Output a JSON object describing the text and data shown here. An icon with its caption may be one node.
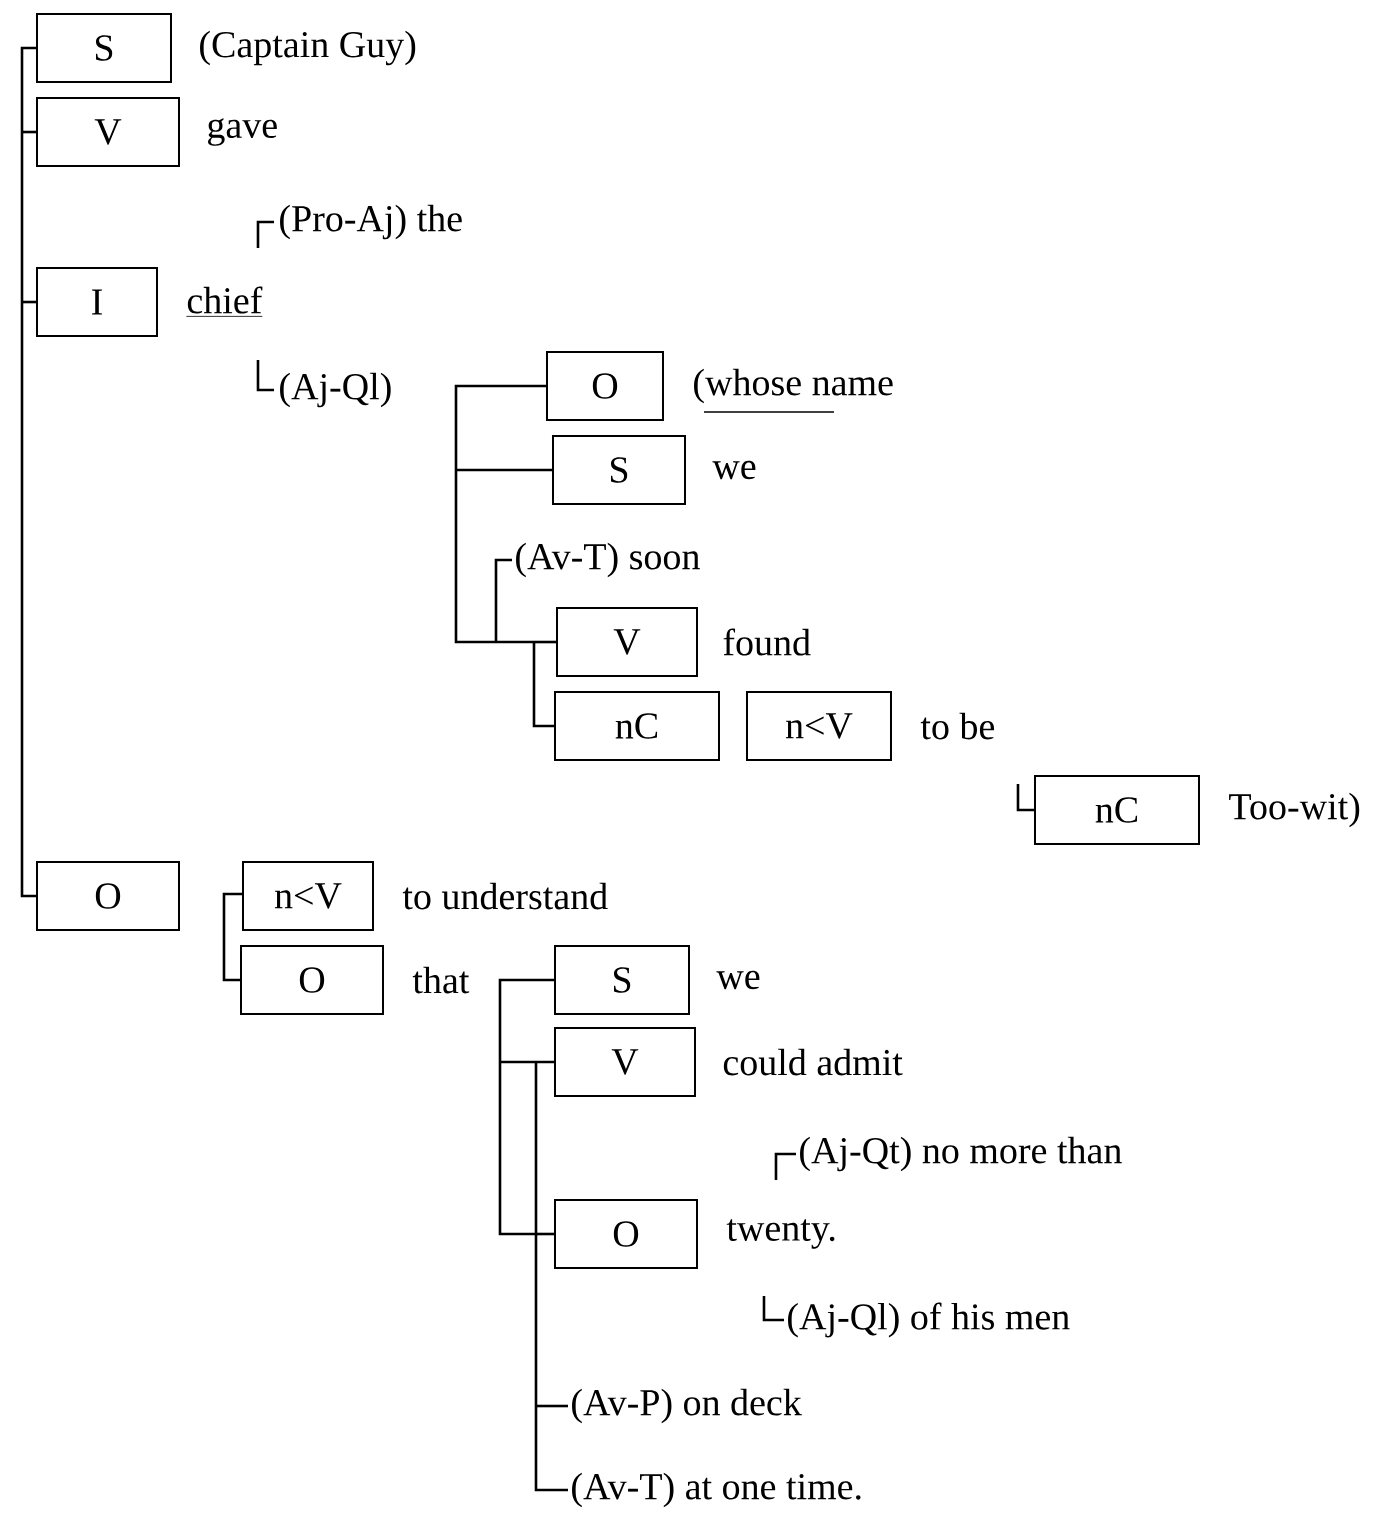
{
  "diagram": {
    "nodes": [
      {
        "text": [
          "S"
        ],
        "beside": [
          "(Captain Guy)"
        ]
      },
      {
        "text": [
          "V"
        ],
        "beside": [
          "gave"
        ]
      },
      {
        "text": [
          "I"
        ],
        "beside": [
          "chief"
        ]
      },
      {
        "text": [
          "O"
        ],
        "beside": [
          "(whose name"
        ]
      },
      {
        "text": [
          "S"
        ],
        "beside": [
          "we"
        ]
      },
      {
        "text": [
          "V"
        ],
        "beside": [
          "found"
        ]
      },
      {
        "text": [
          "nC"
        ]
      },
      {
        "text": [
          "n<V"
        ],
        "beside": [
          "to be"
        ]
      },
      {
        "text": [
          "nC"
        ],
        "beside": [
          "Too-wit)"
        ]
      },
      {
        "text": [
          "O"
        ]
      },
      {
        "text": [
          "n<V"
        ],
        "beside": [
          "to understand"
        ]
      },
      {
        "text": [
          "O"
        ],
        "beside": [
          "that"
        ]
      },
      {
        "text": [
          "S"
        ],
        "beside": [
          "we"
        ]
      },
      {
        "text": [
          "V"
        ],
        "beside": [
          "could admit"
        ]
      },
      {
        "text": [
          "O"
        ],
        "beside": [
          "twenty."
        ]
      }
    ],
    "labels": [
      "(Pro-Aj) the",
      "(Aj-Ql)",
      "(Av-T) soon",
      "(Aj-Qt) no more than",
      "(Aj-Ql) of his men",
      "(Av-P) on deck",
      "(Av-T) at one time."
    ]
  }
}
